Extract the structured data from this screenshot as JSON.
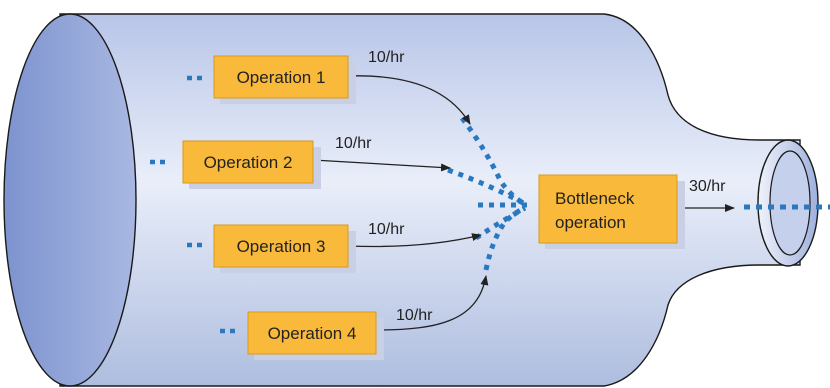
{
  "operations": [
    {
      "label": "Operation 1",
      "rate": "10/hr"
    },
    {
      "label": "Operation 2",
      "rate": "10/hr"
    },
    {
      "label": "Operation 3",
      "rate": "10/hr"
    },
    {
      "label": "Operation 4",
      "rate": "10/hr"
    }
  ],
  "bottleneck": {
    "line1": "Bottleneck",
    "line2": "operation",
    "rate": "30/hr"
  },
  "colors": {
    "box_fill": "#f9b93a",
    "box_stroke": "#d89a20",
    "box_shadow": "#c9cfe4",
    "bottle_body": "#c5d0ec",
    "bottle_end": "#8fa3d6",
    "dots": "#2a79c0",
    "arrow": "#222222"
  }
}
